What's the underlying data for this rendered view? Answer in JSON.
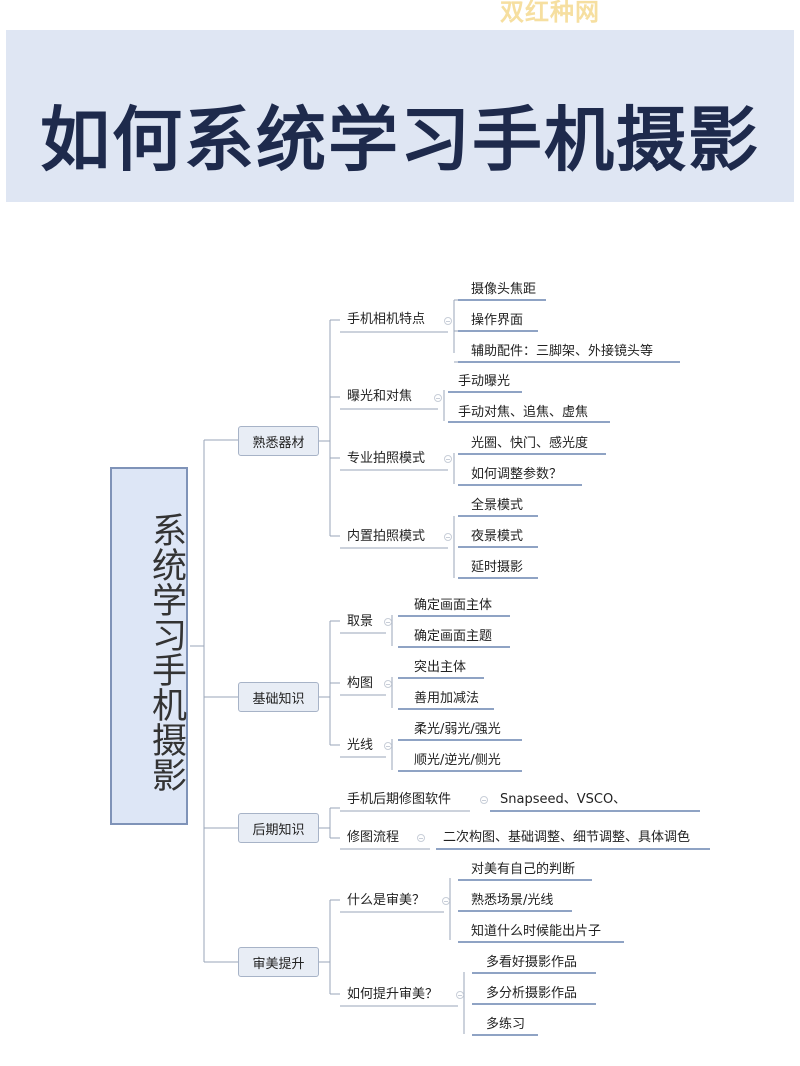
{
  "watermark": "双红种网",
  "banner": {
    "title": "如何系统学习手机摄影"
  },
  "root": {
    "label": "系统学习手机摄影"
  },
  "branches": [
    {
      "label": "熟悉器材",
      "children": [
        {
          "label": "手机相机特点",
          "leaves": [
            "摄像头焦距",
            "操作界面",
            "辅助配件：三脚架、外接镜头等"
          ]
        },
        {
          "label": "曝光和对焦",
          "leaves": [
            "手动曝光",
            "手动对焦、追焦、虚焦"
          ]
        },
        {
          "label": "专业拍照模式",
          "leaves": [
            "光圈、快门、感光度",
            "如何调整参数？"
          ]
        },
        {
          "label": "内置拍照模式",
          "leaves": [
            "全景模式",
            "夜景模式",
            "延时摄影"
          ]
        }
      ]
    },
    {
      "label": "基础知识",
      "children": [
        {
          "label": "取景",
          "leaves": [
            "确定画面主体",
            "确定画面主题"
          ]
        },
        {
          "label": "构图",
          "leaves": [
            "突出主体",
            "善用加减法"
          ]
        },
        {
          "label": "光线",
          "leaves": [
            "柔光/弱光/强光",
            "顺光/逆光/侧光"
          ]
        }
      ]
    },
    {
      "label": "后期知识",
      "children": [
        {
          "label": "手机后期修图软件",
          "leaves": [
            "Snapseed、VSCO、"
          ]
        },
        {
          "label": "修图流程",
          "leaves": [
            "二次构图、基础调整、细节调整、具体调色"
          ]
        }
      ]
    },
    {
      "label": "审美提升",
      "children": [
        {
          "label": "什么是审美？",
          "leaves": [
            "对美有自己的判断",
            "熟悉场景/光线",
            "知道什么时候能出片子"
          ]
        },
        {
          "label": "如何提升审美？",
          "leaves": [
            "多看好摄影作品",
            "多分析摄影作品",
            "多练习"
          ]
        }
      ]
    }
  ]
}
